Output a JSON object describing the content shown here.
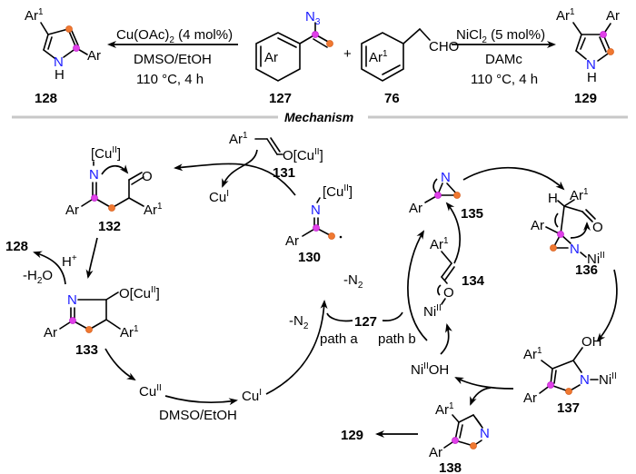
{
  "top_scheme": {
    "left_reaction": {
      "conditions_line1": "Cu(OAc)",
      "conditions_line1_sub": "2",
      "conditions_line1_tail": " (4 mol%)",
      "conditions_line2": "DMSO/EtOH",
      "conditions_line3": "110 °C, 4 h",
      "product_label": "128"
    },
    "right_reaction": {
      "conditions_line1": "NiCl",
      "conditions_line1_sub": "2",
      "conditions_line1_tail": " (5 mol%)",
      "conditions_line2": "DAMc",
      "conditions_line3": "110 °C, 4 h",
      "product_label": "129"
    },
    "reactant_a_label": "127",
    "reactant_b_label": "76",
    "plus": "+",
    "ar": "Ar",
    "ar1": "Ar",
    "sup1": "1",
    "n3": "N",
    "n3_sub": "3",
    "cho": "CHO",
    "nh_n": "N",
    "nh_h": "H"
  },
  "section_title": "Mechanism",
  "mechanism": {
    "labels": {
      "c130": "130",
      "c131": "131",
      "c132": "132",
      "c133": "133",
      "c134": "134",
      "c135": "135",
      "c136": "136",
      "c137": "137",
      "c138": "138",
      "c127": "127",
      "c128": "128",
      "c129": "129"
    },
    "text": {
      "cuI": "Cu",
      "cuII": "Cu",
      "sup_I": "I",
      "sup_II": "II",
      "cu_bracket_open": "[Cu",
      "cu_bracket_close": "]",
      "o_cu_open": "O[Cu",
      "h_plus": "H",
      "plus_sign": "+",
      "minus_h2o_a": "-H",
      "minus_h2o_sub": "2",
      "minus_h2o_b": "O",
      "minus_n2": "-N",
      "minus_n2_sub": "2",
      "path_a": "path a",
      "path_b": "path b",
      "dmso_etoh": "DMSO/EtOH",
      "ni": "Ni",
      "ni_oh": "OH",
      "oh": "OH",
      "o": "O",
      "h": "H",
      "n": "N"
    }
  },
  "colors": {
    "nitrogen": "#1a1aff",
    "magenta_atom": "#e040e8",
    "orange_atom": "#f07830",
    "divider": "#c8c8c8"
  }
}
